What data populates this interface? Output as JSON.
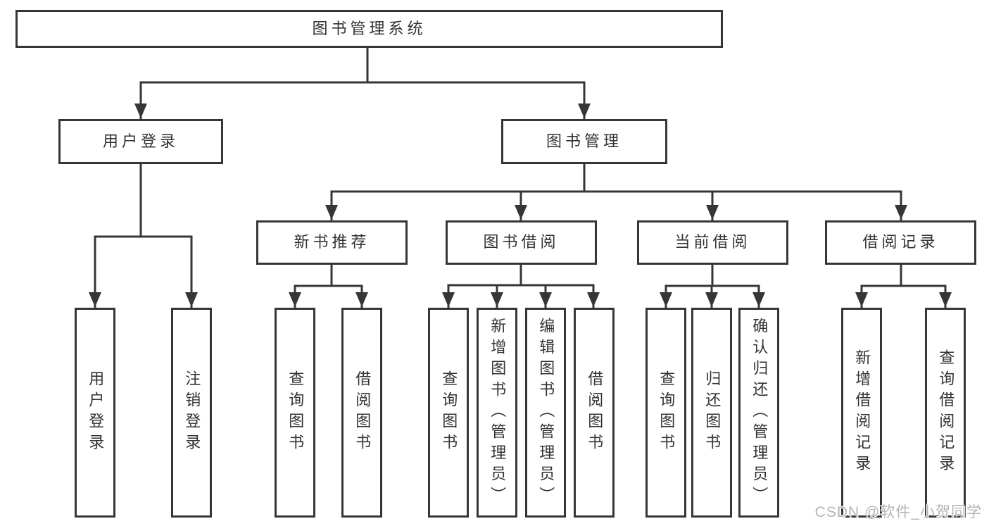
{
  "tree": {
    "root": {
      "label": "图书管理系统"
    },
    "branches": [
      {
        "label": "用户登录",
        "children": [
          {
            "label": "用户登录"
          },
          {
            "label": "注销登录"
          }
        ]
      },
      {
        "label": "图书管理",
        "children": [
          {
            "label": "新书推荐",
            "children": [
              {
                "label": "查询图书"
              },
              {
                "label": "借阅图书"
              }
            ]
          },
          {
            "label": "图书借阅",
            "children": [
              {
                "label": "查询图书"
              },
              {
                "label": "新增图书（管理员）"
              },
              {
                "label": "编辑图书（管理员）"
              },
              {
                "label": "借阅图书"
              }
            ]
          },
          {
            "label": "当前借阅",
            "children": [
              {
                "label": "查询图书"
              },
              {
                "label": "归还图书"
              },
              {
                "label": "确认归还（管理员）"
              }
            ]
          },
          {
            "label": "借阅记录",
            "children": [
              {
                "label": "新增借阅记录"
              },
              {
                "label": "查询借阅记录"
              }
            ]
          }
        ]
      }
    ]
  },
  "watermark": {
    "text": "CSDN @软件_小贺同学"
  },
  "colors": {
    "line": "#363636",
    "text": "#333333",
    "background": "#ffffff",
    "watermark": "#b5b5b5"
  }
}
